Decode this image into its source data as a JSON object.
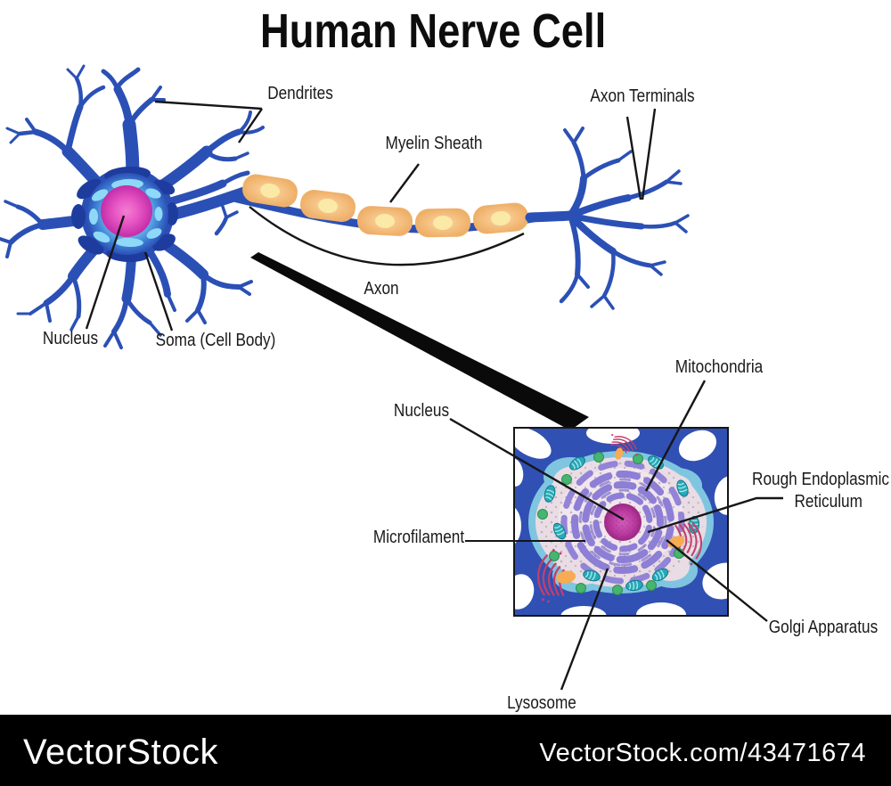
{
  "title": "Human Nerve Cell",
  "diagram": {
    "neuron_labels": {
      "dendrites": "Dendrites",
      "myelin_sheath": "Myelin Sheath",
      "axon_terminals": "Axon Terminals",
      "axon": "Axon",
      "nucleus": "Nucleus",
      "soma": "Soma (Cell Body)"
    },
    "inset_labels": {
      "mitochondria": "Mitochondria",
      "nucleus": "Nucleus",
      "rough_er_line1": "Rough Endoplasmic",
      "rough_er_line2": "Reticulum",
      "microfilament": "Microfilament",
      "golgi": "Golgi Apparatus",
      "lysosome": "Lysosome"
    }
  },
  "watermark": {
    "brand": "VectorStock",
    "url": "VectorStock.com/43471674"
  },
  "colors": {
    "neuron_blue": "#2b50b5",
    "neuron_blue_dark": "#1e3c9e",
    "soma_glow": "#8ed9f7",
    "nucleus_pink": "#e757c3",
    "myelin_orange": "#f3bd79",
    "myelin_spot": "#fbe9a8",
    "inset_blue": "#3050b4",
    "cell_rim": "#7fc5e0",
    "cytoplasm": "#e9dce4",
    "er_purple": "#8d7ed6",
    "mitochondria_teal": "#24a9b8",
    "lysosome_green": "#45b56f",
    "golgi_crimson": "#c23f6a",
    "golgi_orange": "#f7ab52",
    "label_color": "#1a1a1a",
    "bar_bg": "#000000",
    "bar_text": "#ffffff"
  }
}
